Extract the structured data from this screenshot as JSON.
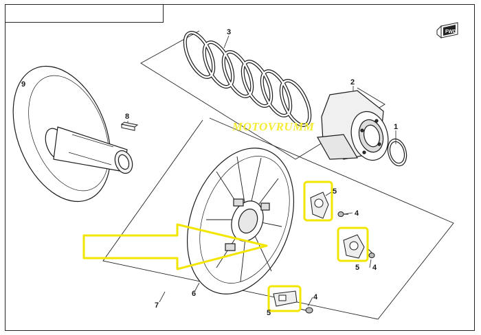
{
  "diagram": {
    "watermark": "MOTOVRUMM",
    "direction_badge": "FWD",
    "callouts": {
      "p1": "1",
      "p2": "2",
      "p3": "3",
      "p4a": "4",
      "p4b": "4",
      "p4c": "4",
      "p5a": "5",
      "p5b": "5",
      "p5c": "5",
      "p6": "6",
      "p7": "7",
      "p8": "8",
      "p9": "9"
    },
    "highlight_color": "#f2e600",
    "watermark_color": "#f4ec33"
  }
}
